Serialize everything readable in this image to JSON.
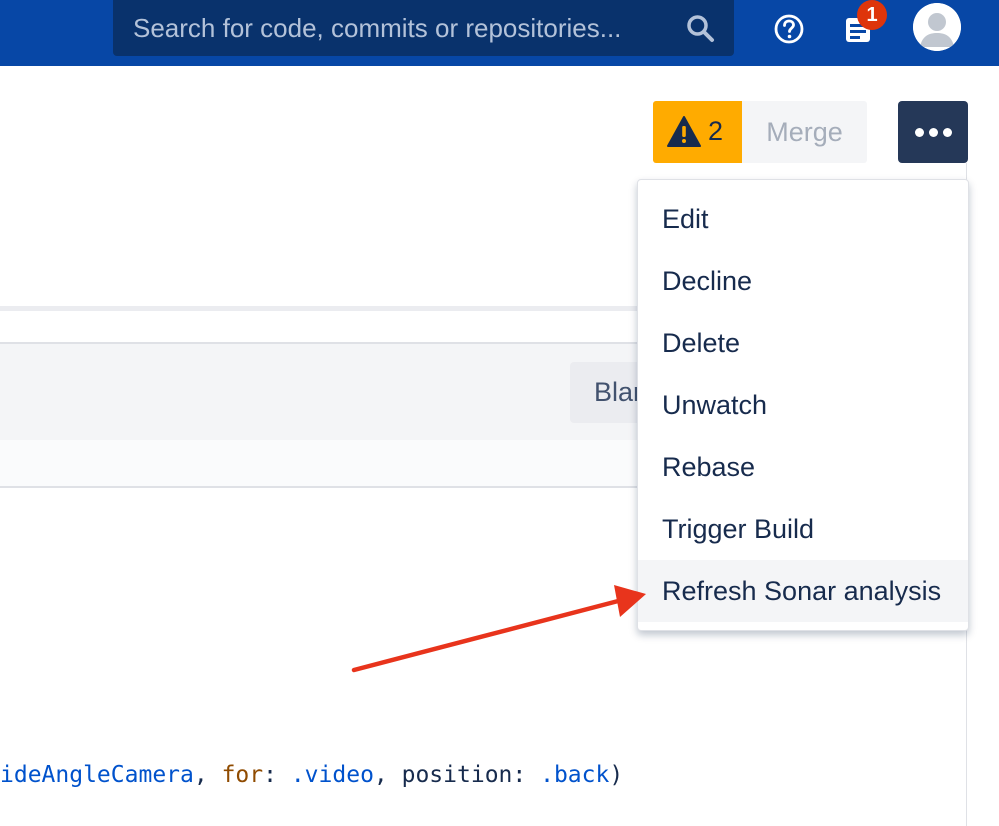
{
  "header": {
    "search_placeholder": "Search for code, commits or repositories...",
    "search_icon": "search-icon",
    "help_icon": "help-icon",
    "notifications_icon": "notification-icon",
    "notifications_count": "1",
    "avatar_icon": "avatar"
  },
  "actions": {
    "warning_count": "2",
    "merge_label": "Merge",
    "more_icon": "more-icon"
  },
  "panel": {
    "blame_label": "Blame"
  },
  "code": {
    "line_parts": [
      "ideAngleCamera",
      ", ",
      "for",
      ": ",
      ".video",
      ", position: ",
      ".back",
      ")"
    ]
  },
  "menu": {
    "items": [
      "Edit",
      "Decline",
      "Delete",
      "Unwatch",
      "Rebase",
      "Trigger Build",
      "Refresh Sonar analysis"
    ],
    "hovered": "Refresh Sonar analysis"
  },
  "colors": {
    "nav": "#0747a6",
    "warning": "#ffab00",
    "more_button": "#253858",
    "annotation_arrow": "#e8341c"
  }
}
